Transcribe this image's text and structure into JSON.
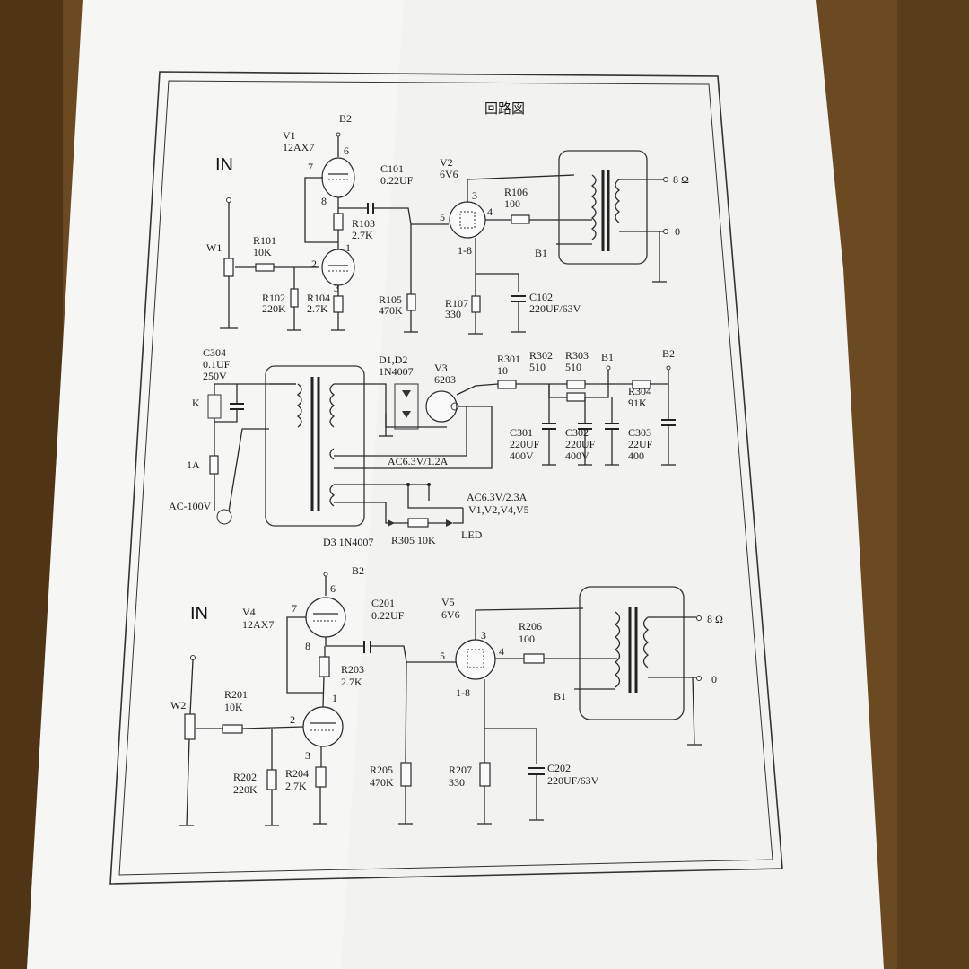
{
  "title": "回路図",
  "ch1": {
    "in": "IN",
    "w": "W1",
    "v1": "V1",
    "v1_type": "12AX7",
    "b2": "B2",
    "p6": "6",
    "p7": "7",
    "p8": "8",
    "p1": "1",
    "p2": "2",
    "p3": "3",
    "c101": "C101",
    "c101_v": "0.22UF",
    "v2": "V2",
    "v2_type": "6V6",
    "p5": "5",
    "p3b": "3",
    "p4": "4",
    "p18": "1-8",
    "r101": "R101",
    "r101_v": "10K",
    "r102": "R102",
    "r102_v": "220K",
    "r103": "R103",
    "r103_v": "2.7K",
    "r104": "R104",
    "r104_v": "2.7K",
    "r105": "R105",
    "r105_v": "470K",
    "r106": "R106",
    "r106_v": "100",
    "r107": "R107",
    "r107_v": "330",
    "c102": "C102",
    "c102_v": "220UF/63V",
    "b1": "B1",
    "out8": "8 Ω",
    "out0": "0"
  },
  "ps": {
    "c304": "C304",
    "c304_v1": "0.1UF",
    "c304_v2": "250V",
    "k": "K",
    "fuse": "1A",
    "ac": "AC-100V",
    "d12": "D1,D2",
    "d12_v": "1N4007",
    "v3": "V3",
    "v3_type": "6203",
    "r301": "R301",
    "r301_v": "10",
    "r302": "R302",
    "r302_v": "510",
    "r303": "R303",
    "r303_v": "510",
    "b1": "B1",
    "b2": "B2",
    "r304": "R304",
    "r304_v": "91K",
    "c301": "C301",
    "c301_v1": "220UF",
    "c301_v2": "400V",
    "c302": "C302",
    "c302_v1": "220UF",
    "c302_v2": "400V",
    "c303": "C303",
    "c303_v1": "22UF",
    "c303_v2": "400",
    "ac63a": "AC6.3V/1.2A",
    "ac63b": "AC6.3V/2.3A",
    "ac63b_tubes": "V1,V2,V4,V5",
    "d3": "D3 1N4007",
    "r305": "R305 10K",
    "led": "LED"
  },
  "ch2": {
    "in": "IN",
    "w": "W2",
    "v4": "V4",
    "v4_type": "12AX7",
    "b2": "B2",
    "p6": "6",
    "p7": "7",
    "p8": "8",
    "p1": "1",
    "p2": "2",
    "p3": "3",
    "c201": "C201",
    "c201_v": "0.22UF",
    "v5": "V5",
    "v5_type": "6V6",
    "p5": "5",
    "p3b": "3",
    "p4": "4",
    "p18": "1-8",
    "r201": "R201",
    "r201_v": "10K",
    "r202": "R202",
    "r202_v": "220K",
    "r203": "R203",
    "r203_v": "2.7K",
    "r204": "R204",
    "r204_v": "2.7K",
    "r205": "R205",
    "r205_v": "470K",
    "r206": "R206",
    "r206_v": "100",
    "r207": "R207",
    "r207_v": "330",
    "c202": "C202",
    "c202_v": "220UF/63V",
    "b1": "B1",
    "out8": "8 Ω",
    "out0": "0"
  }
}
